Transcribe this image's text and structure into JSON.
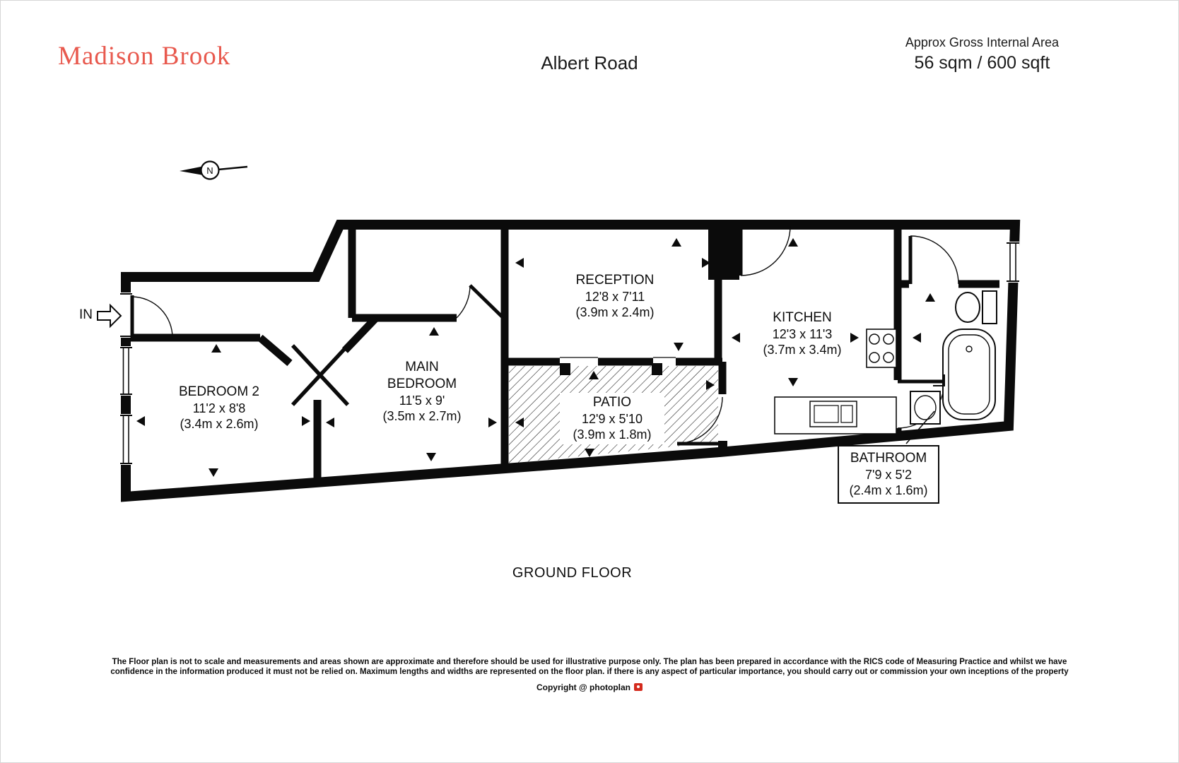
{
  "header": {
    "logo": "Madison Brook",
    "title": "Albert Road",
    "area_label": "Approx Gross Internal Area",
    "area_value": "56 sqm / 600 sqft"
  },
  "plan": {
    "in_label": "IN",
    "compass_n": "N",
    "floor_label": "GROUND FLOOR",
    "rooms": [
      {
        "name": "BEDROOM 2",
        "dims_ft": "11'2 x 8'8",
        "dims_m": "(3.4m x 2.6m)"
      },
      {
        "name": "MAIN BEDROOM",
        "dims_ft": "11'5 x 9'",
        "dims_m": "(3.5m x 2.7m)"
      },
      {
        "name": "RECEPTION",
        "dims_ft": "12'8 x 7'11",
        "dims_m": "(3.9m x 2.4m)"
      },
      {
        "name": "PATIO",
        "dims_ft": "12'9 x 5'10",
        "dims_m": "(3.9m x 1.8m)"
      },
      {
        "name": "KITCHEN",
        "dims_ft": "12'3 x 11'3",
        "dims_m": "(3.7m x 3.4m)"
      },
      {
        "name": "BATHROOM",
        "dims_ft": "7'9 x 5'2",
        "dims_m": "(2.4m x 1.6m)"
      }
    ]
  },
  "footer": {
    "disclaimer_line1": "The Floor plan is not to scale and measurements and areas shown are approximate and therefore should be used for illustrative purpose only. The plan has been prepared in accordance with the RICS code of Measuring Practice and whilst we have",
    "disclaimer_line2": "confidence in the information produced it must not be relied on. Maximum  lengths and widths are represented on the floor plan. if there is any aspect of particular importance, you should carry out or commission your own inceptions of the property",
    "copyright_label": "Copyright @",
    "brand": "photoplan"
  },
  "colors": {
    "logo": "#e8594e",
    "wall": "#0b0b0b",
    "brand_red": "#d42b1e"
  },
  "icons": {
    "compass": "compass-north-rose",
    "in_arrow": "arrow-right-outline",
    "photoplan": "camera-red-square"
  }
}
